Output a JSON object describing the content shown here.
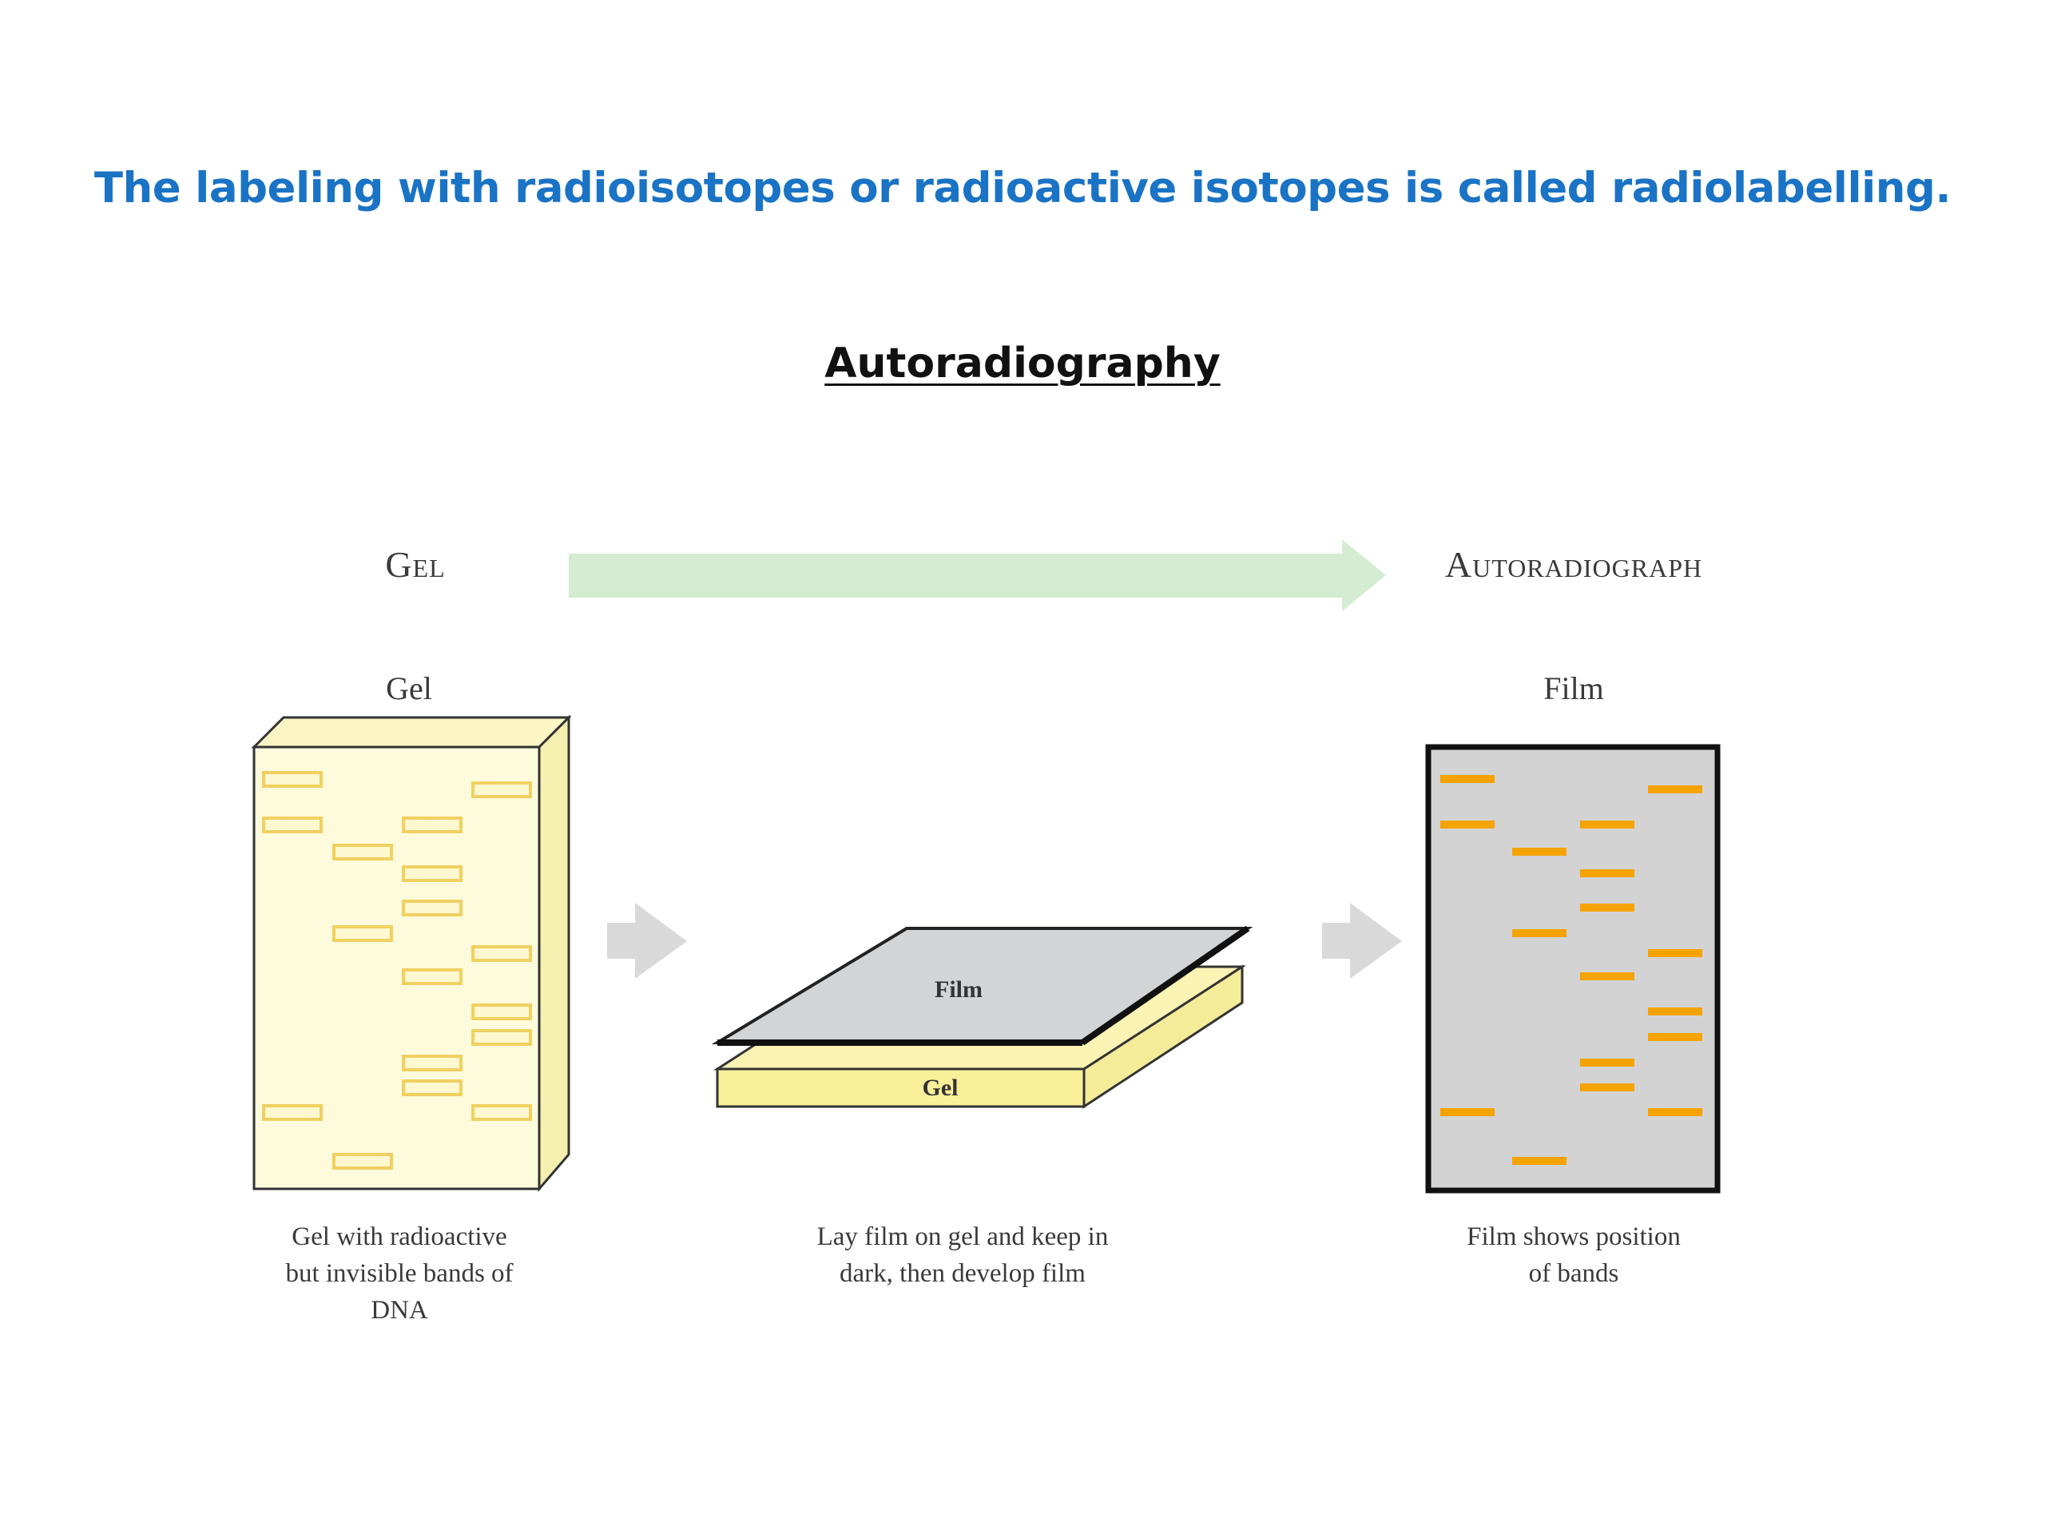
{
  "headline": "The labeling with radioisotopes or radioactive isotopes is called radiolabelling.",
  "title": "Autoradiography",
  "flow": {
    "start_label": "Gel",
    "end_label": "Autoradiograph"
  },
  "panels": {
    "gel": {
      "label": "Gel",
      "caption": "Gel with radioactive but invisible bands of DNA"
    },
    "overlay": {
      "film_label": "Film",
      "gel_label": "Gel",
      "caption": "Lay film on gel and keep in dark, then develop film"
    },
    "film": {
      "label": "Film",
      "caption": "Film shows position of bands"
    }
  },
  "colors": {
    "headline": "#1a73c4",
    "gel_fill": "#fdfbdc",
    "gel_band": "#f0d060",
    "film_fill": "#d3d3d3",
    "film_band": "#f5a300",
    "flow_arrow": "#d4ecd1",
    "step_arrow": "#d9d9d9"
  }
}
